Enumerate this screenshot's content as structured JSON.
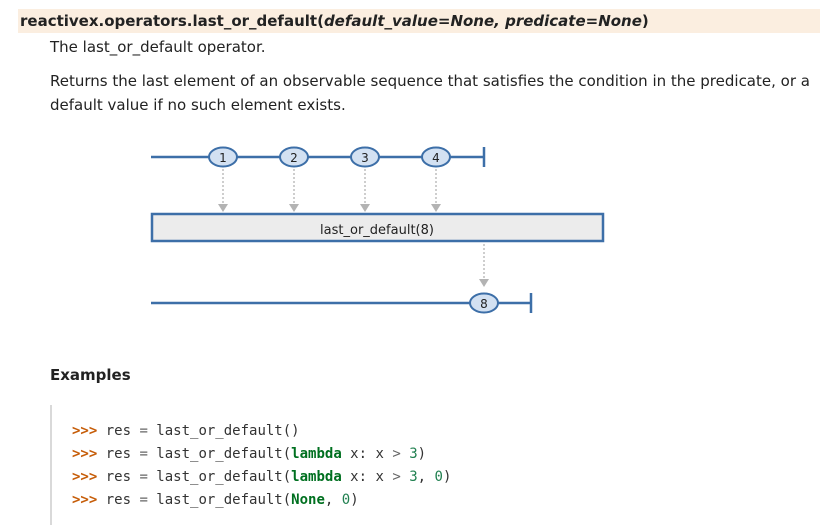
{
  "signature": {
    "name": "reactivex.operators.last_or_default(",
    "params": "default_value=None, predicate=None",
    "close": ")"
  },
  "summary": "The last_or_default operator.",
  "description": "Returns the last element of an observable sequence that satisfies the condition in the predicate, or a default value if no such element exists.",
  "diagram": {
    "input_items": [
      "1",
      "2",
      "3",
      "4"
    ],
    "operator_label": "last_or_default(8)",
    "output_item": "8"
  },
  "examples_heading": "Examples",
  "code_lines": [
    [
      {
        "t": ">>> ",
        "c": "prompt"
      },
      {
        "t": "res ",
        "c": ""
      },
      {
        "t": "=",
        "c": "op"
      },
      {
        "t": " last_or_default()",
        "c": ""
      }
    ],
    [
      {
        "t": ">>> ",
        "c": "prompt"
      },
      {
        "t": "res ",
        "c": ""
      },
      {
        "t": "=",
        "c": "op"
      },
      {
        "t": " last_or_default(",
        "c": ""
      },
      {
        "t": "lambda",
        "c": "kw"
      },
      {
        "t": " x: x ",
        "c": ""
      },
      {
        "t": ">",
        "c": "op"
      },
      {
        "t": " ",
        "c": ""
      },
      {
        "t": "3",
        "c": "num"
      },
      {
        "t": ")",
        "c": ""
      }
    ],
    [
      {
        "t": ">>> ",
        "c": "prompt"
      },
      {
        "t": "res ",
        "c": ""
      },
      {
        "t": "=",
        "c": "op"
      },
      {
        "t": " last_or_default(",
        "c": ""
      },
      {
        "t": "lambda",
        "c": "kw"
      },
      {
        "t": " x: x ",
        "c": ""
      },
      {
        "t": ">",
        "c": "op"
      },
      {
        "t": " ",
        "c": ""
      },
      {
        "t": "3",
        "c": "num"
      },
      {
        "t": ", ",
        "c": ""
      },
      {
        "t": "0",
        "c": "num"
      },
      {
        "t": ")",
        "c": ""
      }
    ],
    [
      {
        "t": ">>> ",
        "c": "prompt"
      },
      {
        "t": "res ",
        "c": ""
      },
      {
        "t": "=",
        "c": "op"
      },
      {
        "t": " last_or_default(",
        "c": ""
      },
      {
        "t": "None",
        "c": "kw"
      },
      {
        "t": ", ",
        "c": ""
      },
      {
        "t": "0",
        "c": "num"
      },
      {
        "t": ")",
        "c": ""
      }
    ]
  ],
  "colors": {
    "line": "#3d6fa8",
    "marble_fill": "#d3e1f2",
    "operator_fill": "#ececec",
    "arrow": "#b3b3b3"
  }
}
